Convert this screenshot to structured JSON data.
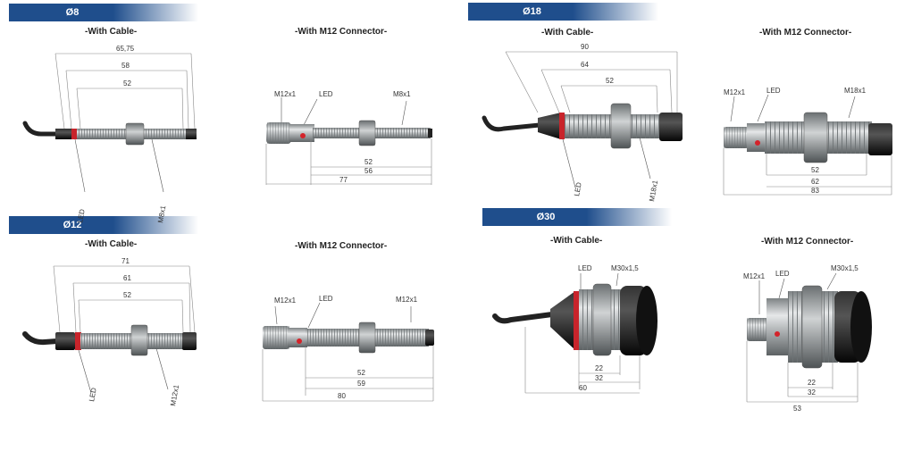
{
  "colors": {
    "header_start": "#1f4e8c",
    "header_end": "#ffffff",
    "metal": "#b9bcbd",
    "led": "#d4232a",
    "cap": "#111111"
  },
  "sections": {
    "d8": {
      "title": "Ø8",
      "cable": {
        "subtitle": "-With Cable-",
        "dims": [
          "65,75",
          "58",
          "52"
        ],
        "labels": {
          "led": "LED",
          "thread": "M8x1"
        }
      },
      "connector": {
        "subtitle": "-With M12 Connector-",
        "dims": [
          "52",
          "56",
          "77"
        ],
        "labels": {
          "plug": "M12x1",
          "led": "LED",
          "thread": "M8x1"
        }
      }
    },
    "d12": {
      "title": "Ø12",
      "cable": {
        "subtitle": "-With Cable-",
        "dims": [
          "71",
          "61",
          "52"
        ],
        "labels": {
          "led": "LED",
          "thread": "M12x1"
        }
      },
      "connector": {
        "subtitle": "-With M12 Connector-",
        "dims": [
          "52",
          "59",
          "80"
        ],
        "labels": {
          "plug": "M12x1",
          "led": "LED",
          "thread": "M12x1"
        }
      }
    },
    "d18": {
      "title": "Ø18",
      "cable": {
        "subtitle": "-With Cable-",
        "dims": [
          "90",
          "64",
          "52"
        ],
        "labels": {
          "led": "LED",
          "thread": "M18x1"
        }
      },
      "connector": {
        "subtitle": "-With M12 Connector-",
        "dims": [
          "52",
          "62",
          "83"
        ],
        "labels": {
          "plug": "M12x1",
          "led": "LED",
          "thread": "M18x1"
        }
      }
    },
    "d30": {
      "title": "Ø30",
      "cable": {
        "subtitle": "-With Cable-",
        "dims": [
          "22",
          "32",
          "60"
        ],
        "labels": {
          "led": "LED",
          "thread": "M30x1,5"
        }
      },
      "connector": {
        "subtitle": "-With M12 Connector-",
        "dims": [
          "22",
          "32",
          "53"
        ],
        "labels": {
          "plug": "M12x1",
          "led": "LED",
          "thread": "M30x1,5"
        }
      }
    }
  }
}
